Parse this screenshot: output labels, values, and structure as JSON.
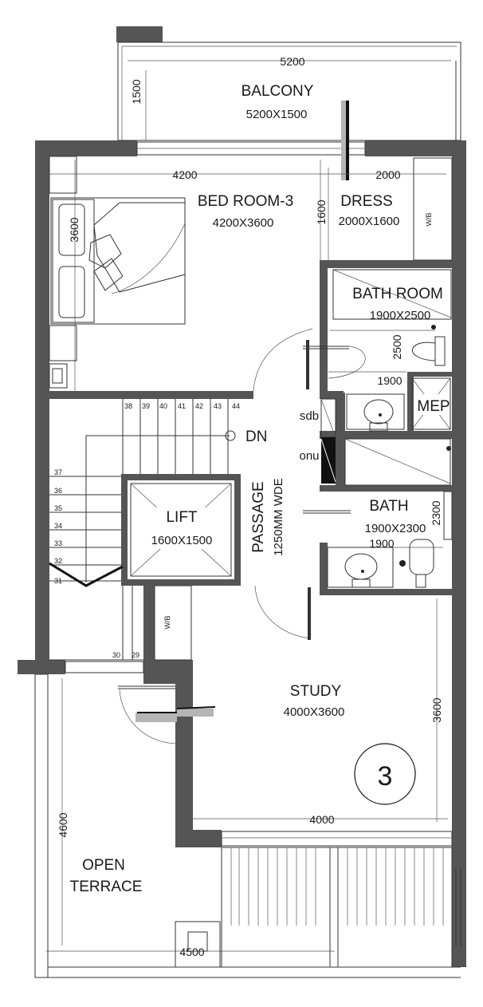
{
  "rooms": {
    "balcony": {
      "name": "BALCONY",
      "size": "5200X1500"
    },
    "bedroom": {
      "name": "BED ROOM-3",
      "size": "4200X3600"
    },
    "dress": {
      "name": "DRESS",
      "size": "2000X1600"
    },
    "bathroom": {
      "name": "BATH ROOM",
      "size": "1900X2500"
    },
    "mep": {
      "name": "MEP"
    },
    "lift": {
      "name": "LIFT",
      "size": "1600X1500"
    },
    "passage": {
      "name": "PASSAGE",
      "size": "1250MM WDE"
    },
    "bath": {
      "name": "BATH",
      "size": "1900X2300"
    },
    "study": {
      "name": "STUDY",
      "size": "4000X3600"
    },
    "terrace": {
      "line1": "OPEN",
      "line2": "TERRACE"
    }
  },
  "dims": {
    "balcony_w": "5200",
    "balcony_h": "1500",
    "bed_w": "4200",
    "bed_h": "3600",
    "dress_w": "2000",
    "dress_h": "1600",
    "bath1_h": "2500",
    "bath1_w": "1900",
    "bath2_h": "2300",
    "bath2_w": "1900",
    "study_h": "3600",
    "study_w": "4000",
    "terrace_h": "4600",
    "terrace_w": "4500"
  },
  "labels": {
    "wb1": "W/B",
    "wb2": "W/B",
    "sdb": "sdb",
    "onu": "onu",
    "dn": "DN",
    "floor_no": "3"
  },
  "steps": {
    "top": [
      "38",
      "39",
      "40",
      "41",
      "42",
      "43",
      "44"
    ],
    "left": [
      "37",
      "36",
      "35",
      "34",
      "33",
      "32",
      "31"
    ],
    "bottom": [
      "30",
      "29"
    ]
  }
}
